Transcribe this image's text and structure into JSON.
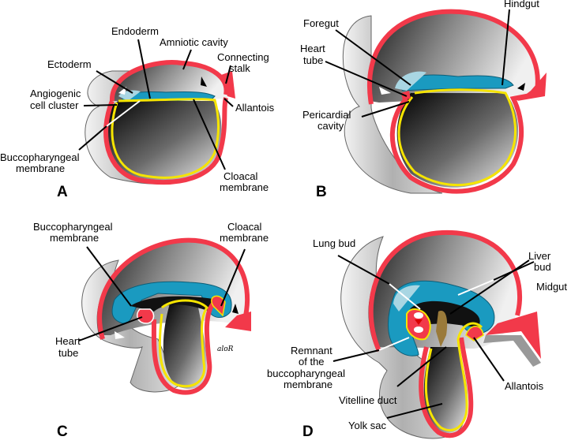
{
  "figure": {
    "colors": {
      "ectoderm_red": "#f2394a",
      "endoderm_yellow": "#f5e400",
      "amnion_blue": "#1a9ac0",
      "amnion_light_blue": "#a9d6e3",
      "liver_brown": "#9a7a3a",
      "background": "#ffffff"
    },
    "panels": [
      {
        "letter": "A",
        "labels": {
          "endoderm": "Endoderm",
          "amniotic_cavity": "Amniotic cavity",
          "connecting_stalk_1": "Connecting",
          "connecting_stalk_2": "stalk",
          "ectoderm": "Ectoderm",
          "angiogenic_1": "Angiogenic",
          "angiogenic_2": "cell cluster",
          "allantois": "Allantois",
          "buccopharyngeal_1": "Buccopharyngeal",
          "buccopharyngeal_2": "membrane",
          "cloacal_1": "Cloacal",
          "cloacal_2": "membrane"
        }
      },
      {
        "letter": "B",
        "labels": {
          "hindgut": "Hindgut",
          "foregut": "Foregut",
          "heart_tube_1": "Heart",
          "heart_tube_2": "tube",
          "pericardial_1": "Pericardial",
          "pericardial_2": "cavity"
        }
      },
      {
        "letter": "C",
        "labels": {
          "buccopharyngeal_1": "Buccopharyngeal",
          "buccopharyngeal_2": "membrane",
          "cloacal_1": "Cloacal",
          "cloacal_2": "membrane",
          "heart_tube_1": "Heart",
          "heart_tube_2": "tube",
          "signature": "aloR"
        }
      },
      {
        "letter": "D",
        "labels": {
          "lung_bud": "Lung bud",
          "liver_bud_1": "Liver",
          "liver_bud_2": "bud",
          "midgut": "Midgut",
          "remnant_1": "Remnant",
          "remnant_2": "of the",
          "remnant_3": "buccopharyngeal",
          "remnant_4": "membrane",
          "vitelline_duct": "Vitelline duct",
          "allantois": "Allantois",
          "yolk_sac": "Yolk sac"
        }
      }
    ]
  }
}
